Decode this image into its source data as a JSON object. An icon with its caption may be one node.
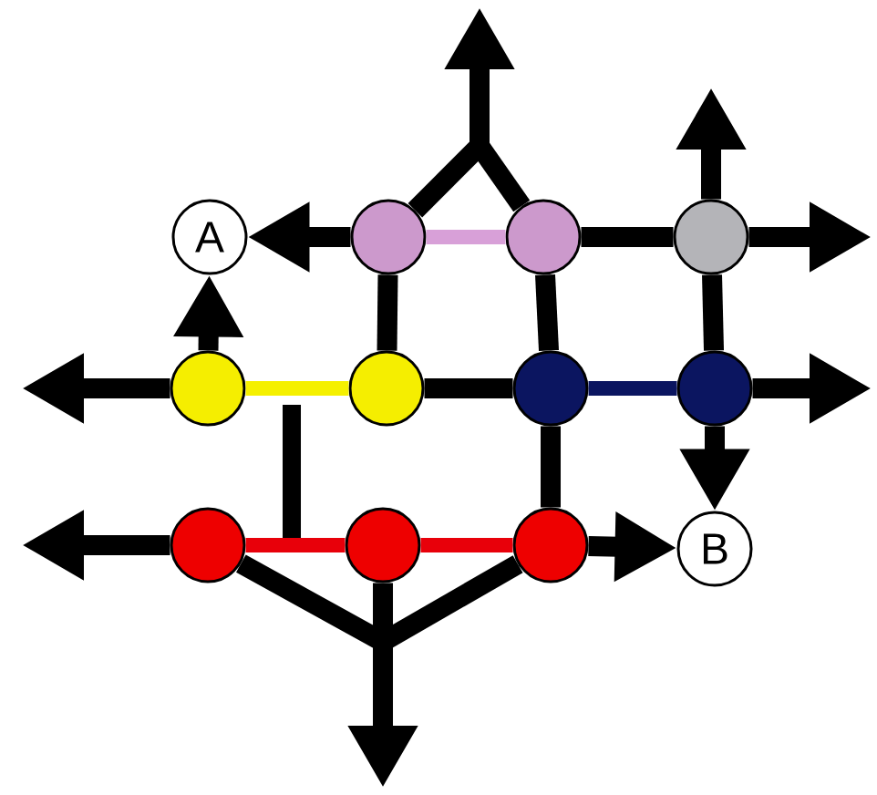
{
  "diagram": {
    "nodes": [
      {
        "text": [
          "A"
        ]
      },
      {
        "text": [],
        "shape": "circle"
      },
      {
        "text": [],
        "shape": "circle"
      },
      {
        "text": [],
        "shape": "circle"
      },
      {
        "text": [],
        "shape": "circle"
      },
      {
        "text": [],
        "shape": "circle"
      },
      {
        "text": [],
        "shape": "circle"
      },
      {
        "text": [],
        "shape": "circle"
      },
      {
        "text": [],
        "shape": "circle"
      },
      {
        "text": [],
        "shape": "circle"
      },
      {
        "text": [],
        "shape": "circle"
      },
      {
        "text": [
          "B"
        ]
      }
    ],
    "edges": [
      {
        "from": 1,
        "to": 0,
        "arrow": "to"
      },
      {
        "from": 1,
        "to": 2,
        "arrow": "none",
        "color": "#d8a0d8"
      },
      {
        "from": 2,
        "to": 3,
        "arrow": "none"
      },
      {
        "from": 1,
        "to": null,
        "arrow": "to"
      },
      {
        "from": 2,
        "to": null,
        "arrow": "to"
      },
      {
        "from": 3,
        "to": null,
        "arrow": "to"
      },
      {
        "from": 3,
        "to": null,
        "arrow": "to"
      },
      {
        "from": 1,
        "to": 5,
        "arrow": "none"
      },
      {
        "from": 2,
        "to": 6,
        "arrow": "none"
      },
      {
        "from": 3,
        "to": 7,
        "arrow": "none"
      },
      {
        "from": 4,
        "to": 0,
        "arrow": "to"
      },
      {
        "from": 4,
        "to": null,
        "arrow": "to"
      },
      {
        "from": 4,
        "to": 5,
        "arrow": "none",
        "color": "#f5f000"
      },
      {
        "from": 5,
        "to": 6,
        "arrow": "none"
      },
      {
        "from": 6,
        "to": 7,
        "arrow": "none",
        "color": "#0b1560"
      },
      {
        "from": 7,
        "to": null,
        "arrow": "to"
      },
      {
        "from": 7,
        "to": 11,
        "arrow": "to"
      },
      {
        "from": 6,
        "to": 10,
        "arrow": "none"
      },
      {
        "from": 8,
        "to": null,
        "arrow": "to"
      },
      {
        "from": 8,
        "to": 9,
        "arrow": "none",
        "color": "#e8000a"
      },
      {
        "from": 9,
        "to": 10,
        "arrow": "none",
        "color": "#e8000a"
      },
      {
        "from": 10,
        "to": 11,
        "arrow": "to"
      },
      {
        "from": 8,
        "to": null,
        "arrow": "to"
      },
      {
        "from": 9,
        "to": null,
        "arrow": "to"
      },
      {
        "from": 10,
        "to": null,
        "arrow": "to"
      }
    ]
  }
}
